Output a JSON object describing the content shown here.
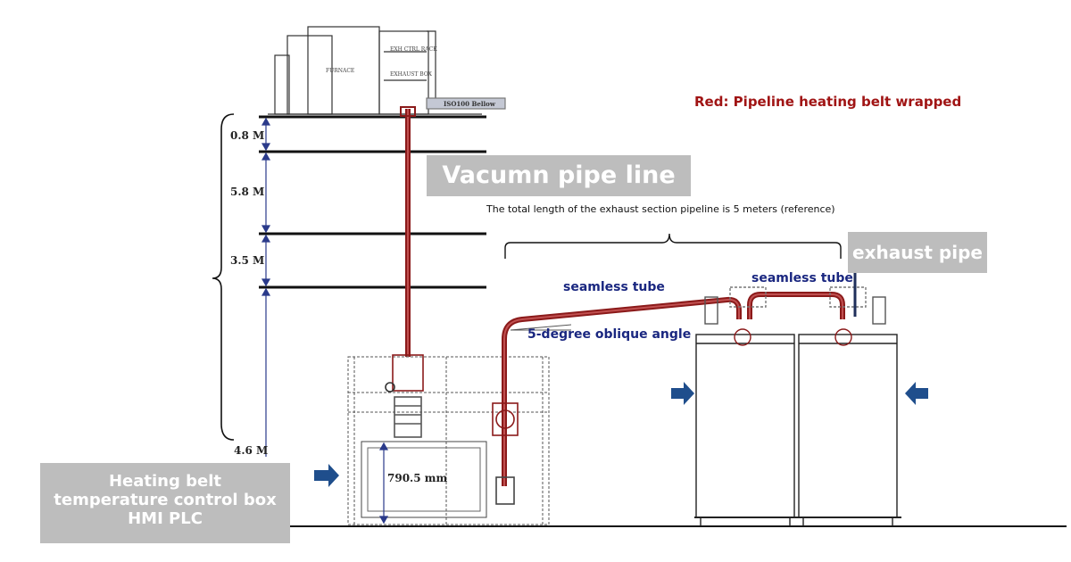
{
  "legend": {
    "red_note": "Red: Pipeline heating belt wrapped"
  },
  "labels": {
    "vacuum_line": "Vacumn pipe line",
    "total_length_note": "The total length of the exhaust section pipeline is 5 meters (reference)",
    "seamless_tube_1": "seamless tube",
    "seamless_tube_2": "seamless tube",
    "oblique_angle": "5-degree oblique angle",
    "exhaust_pipe": "exhaust pipe",
    "heating_box": [
      "Heating belt",
      "temperature control box",
      "HMI PLC"
    ]
  },
  "dimensions": {
    "level_1": "0.8 M",
    "level_2": "5.8 M",
    "level_3": "3.5 M",
    "level_4": "4.6 M",
    "width_marker": "790.5 mm"
  },
  "machine_text": {
    "bellow": "ISO100 Bellow",
    "furnace": "FURNACE",
    "exh_ctrl": "EXH CTRL RACK",
    "exhaust_box": "EXHAUST BOX"
  },
  "colors": {
    "heating_red": "#a01414",
    "pipe_red": "#8b1a1a",
    "navy": "#1a2780",
    "label_grey": "#bdbdbd",
    "arrow_blue": "#1f4e8c"
  }
}
